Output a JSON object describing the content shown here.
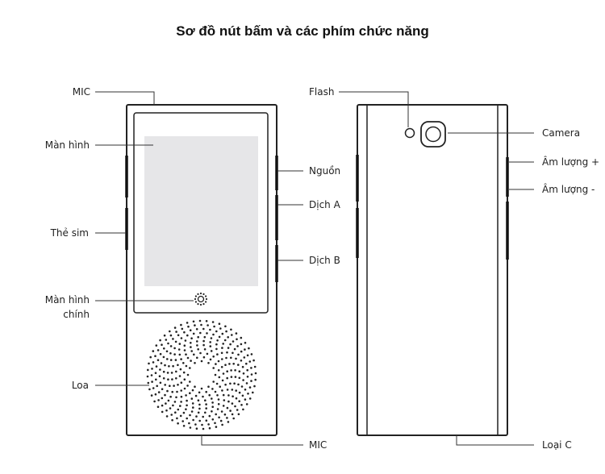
{
  "title": "Sơ đồ nút bấm và các phím chức năng",
  "front": {
    "mic_top": "MIC",
    "screen": "Màn hình",
    "sim": "Thẻ sim",
    "home_line1": "Màn hình",
    "home_line2": "chính",
    "speaker": "Loa",
    "mic_bottom": "MIC",
    "power": "Nguồn",
    "translate_a": "Dịch A",
    "translate_b": "Dịch B"
  },
  "back": {
    "flash": "Flash",
    "camera": "Camera",
    "volume_up": "Âm lượng +",
    "volume_down": "Âm lượng -",
    "usb": "Loại C"
  },
  "colors": {
    "screen": "#e6e6e8",
    "outline": "#222222"
  }
}
